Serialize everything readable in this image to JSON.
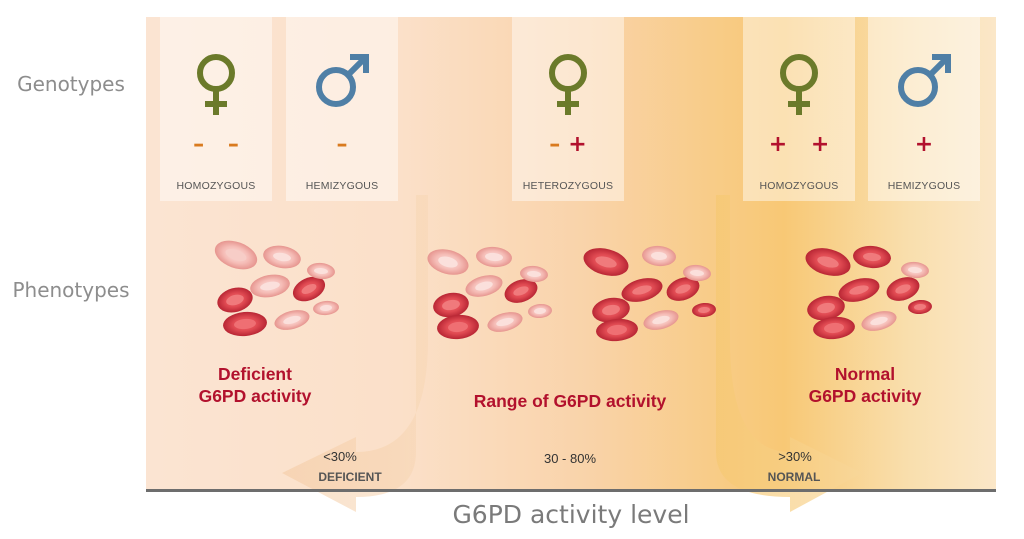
{
  "row_labels": {
    "genotypes": "Genotypes",
    "phenotypes": "Phenotypes"
  },
  "genotype_cards": [
    {
      "symbol": "female-symbol-icon",
      "signs": "– –",
      "label": "HOMOZYGOUS"
    },
    {
      "symbol": "male-symbol-icon",
      "signs": "–",
      "label": "HEMIZYGOUS"
    },
    {
      "symbol": "female-symbol-icon",
      "signs": "– +",
      "label": "HETEROZYGOUS"
    },
    {
      "symbol": "female-symbol-icon",
      "signs": "+ +",
      "label": "HOMOZYGOUS"
    },
    {
      "symbol": "male-symbol-icon",
      "signs": "+",
      "label": "HEMIZYGOUS"
    }
  ],
  "phenotypes": {
    "deficient": {
      "line1": "Deficient",
      "line2": "G6PD activity"
    },
    "range": {
      "line1": "Range of G6PD activity"
    },
    "normal": {
      "line1": "Normal",
      "line2": "G6PD activity"
    }
  },
  "thresholds": {
    "deficient": {
      "value": "<30%",
      "label": "DEFICIENT"
    },
    "middle": {
      "value": "30 - 80%"
    },
    "normal": {
      "value": ">30%",
      "label": "NORMAL"
    }
  },
  "axis_title": "G6PD activity level",
  "colors": {
    "female": "#6b7a2a",
    "male": "#4f7fa6",
    "minus": "#d97a1e",
    "plus": "#b2112d",
    "cell_dark": "#d6323e",
    "cell_light": "#f2b3ae",
    "arrow": "#f6c98f"
  }
}
